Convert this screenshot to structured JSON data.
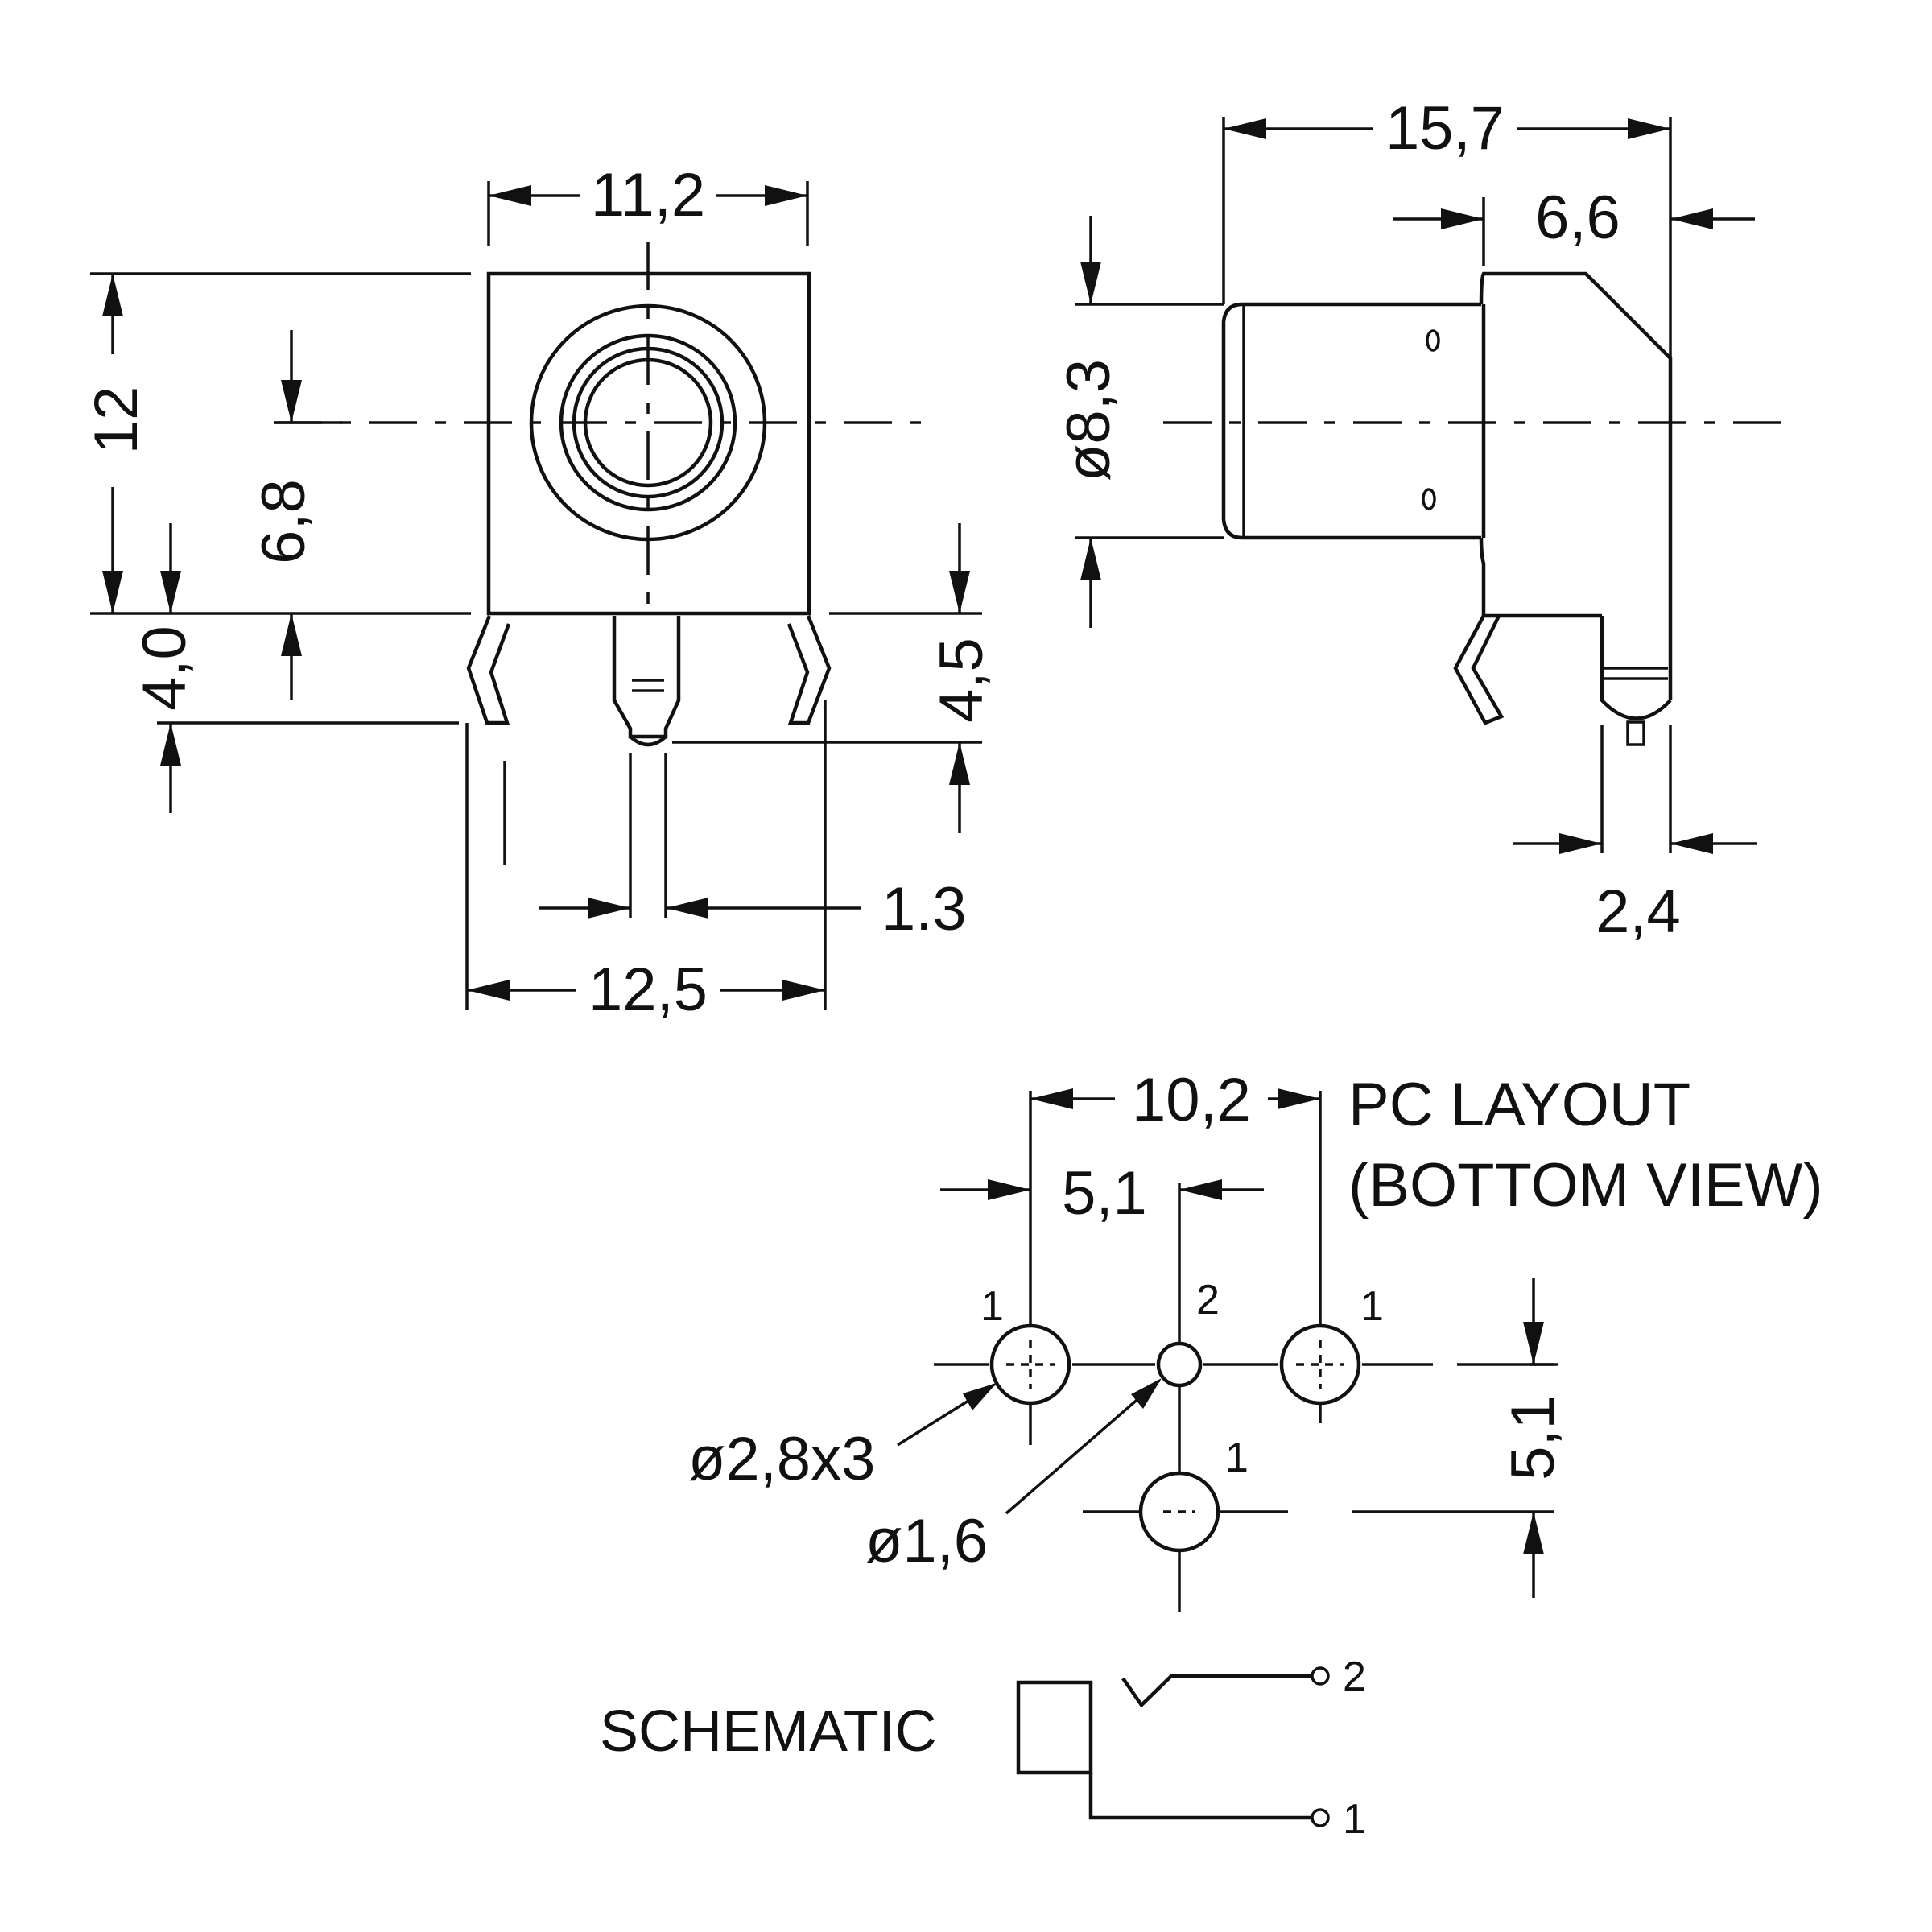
{
  "front_view": {
    "width_body": "11,2",
    "height_body": "12",
    "center_height": "6,8",
    "pin_offset": "4,0",
    "pin_length": "4,5",
    "pin_width": "1.3",
    "pin_span": "12,5"
  },
  "side_view": {
    "length_total": "15,7",
    "body_depth": "6,6",
    "barrel_diameter": "ø8,3",
    "pin_depth": "2,4"
  },
  "pc_layout": {
    "title_line1": "PC LAYOUT",
    "title_line2": "(BOTTOM VIEW)",
    "span_outer": "10,2",
    "span_half": "5,1",
    "vertical_offset": "5,1",
    "hole_large": "ø2,8x3",
    "hole_small": "ø1,6",
    "pin_labels": [
      "1",
      "2",
      "1",
      "1"
    ]
  },
  "schematic": {
    "label": "SCHEMATIC",
    "terminal_top": "2",
    "terminal_bottom": "1"
  }
}
